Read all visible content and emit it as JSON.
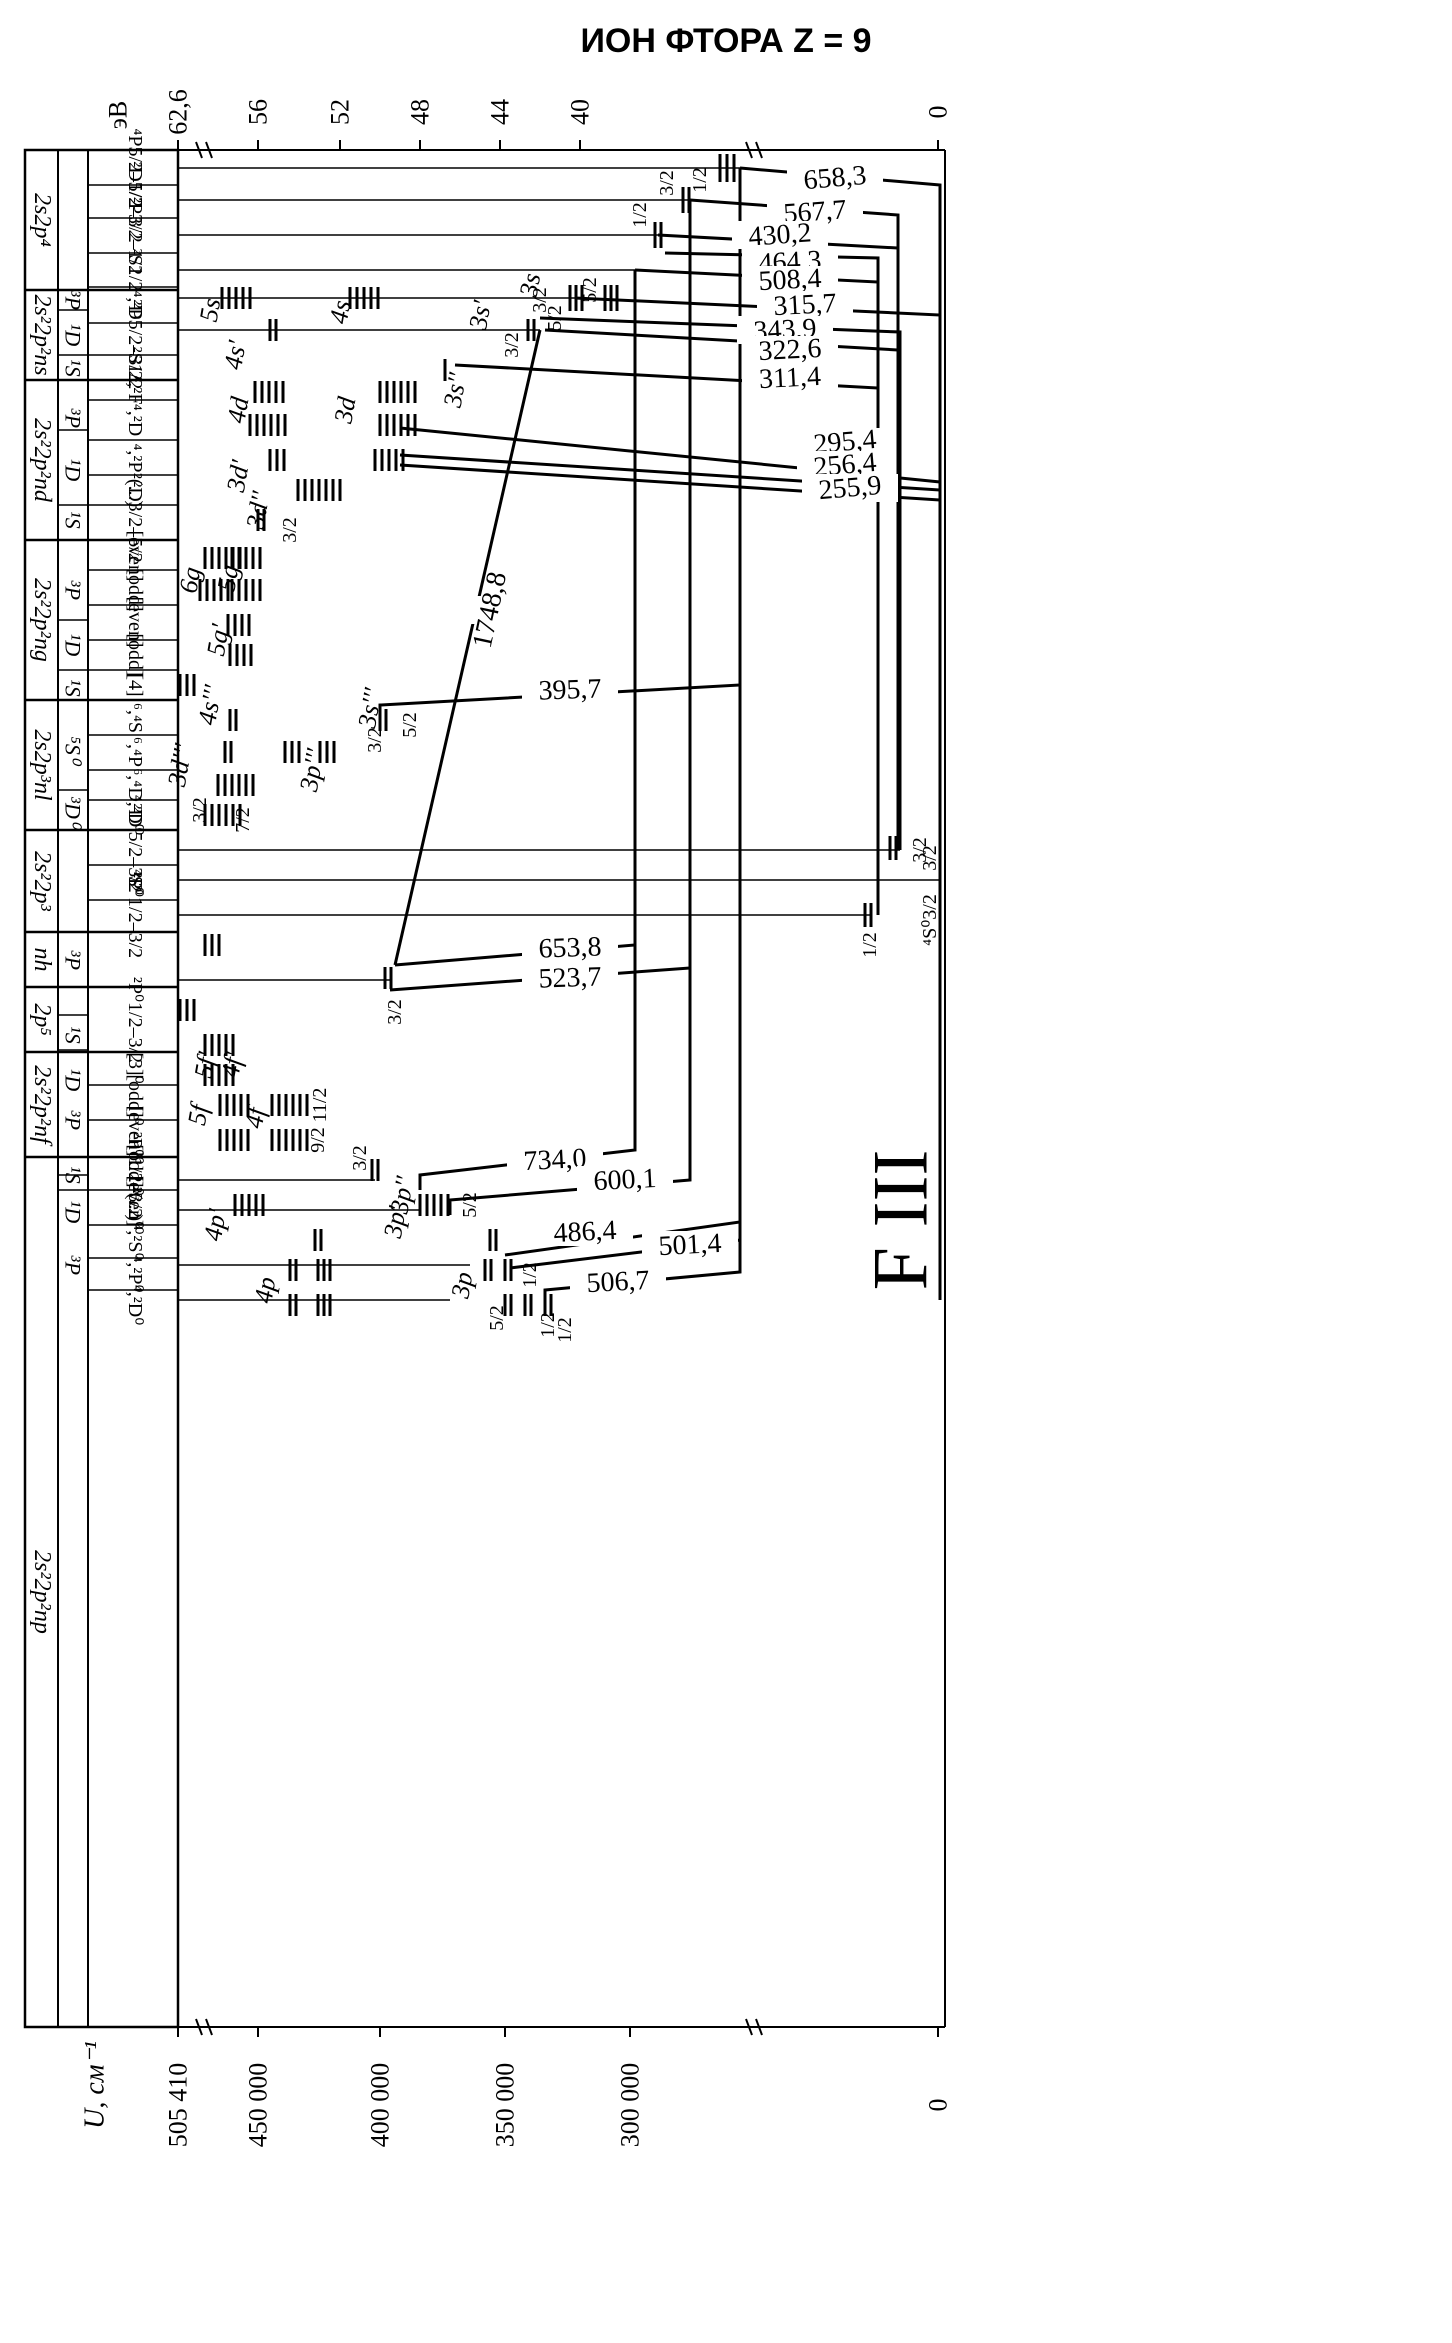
{
  "title": "ИОН ФТОРА  Z = 9",
  "ion_label": "F III",
  "axes": {
    "ev_unit": "эВ",
    "ev_ticks": [
      "62,6",
      "56",
      "52",
      "48",
      "44",
      "40",
      "0"
    ],
    "cm_label": "U, см⁻¹",
    "cm_ticks": [
      "505 410",
      "450 000",
      "400 000",
      "350 000",
      "300 000",
      "0"
    ]
  },
  "groups": [
    {
      "config": "2s2p⁴",
      "terms": [
        {
          "label": "⁴P5/2–1/2"
        },
        {
          "label": "²D5/2–3/2"
        },
        {
          "label": "²P3/2–1/2"
        },
        {
          "label": "²S1/2"
        }
      ]
    },
    {
      "config": "2s²2p²ns",
      "parents": [
        "³P",
        "¹D",
        "¹S"
      ],
      "terms": [
        {
          "label": "⁴,²P"
        },
        {
          "label": "²D5/2–3/2"
        },
        {
          "label": "²S1/2"
        }
      ]
    },
    {
      "config": "2s²2p²nd",
      "parents": [
        "³P",
        "¹D",
        "¹S"
      ],
      "terms": [
        {
          "label": "⁴,²F"
        },
        {
          "label": "⁴,²D"
        },
        {
          "label": "⁴,²P"
        },
        {
          "label": "²(...)"
        },
        {
          "label": "²D3/2–5/2"
        }
      ]
    },
    {
      "config": "2s²2p²ng",
      "parents": [
        "³P",
        "¹D",
        "¹S"
      ],
      "terms": [
        {
          "label": "[even]"
        },
        {
          "label": "[odd]"
        },
        {
          "label": "[even]"
        },
        {
          "label": "[odd]"
        },
        {
          "label": "[4]"
        }
      ]
    },
    {
      "config": "2s2p³nl",
      "parents": [
        "⁵S⁰",
        "³D⁰"
      ],
      "terms": [
        {
          "label": "⁶,⁴S"
        },
        {
          "label": "⁶,⁴P"
        },
        {
          "label": "⁶,⁴D"
        },
        {
          "label": "⁴,²D⁰"
        }
      ]
    },
    {
      "config": "2s²2p³",
      "terms": [
        {
          "label": "²D⁰5/2–3/2"
        },
        {
          "label": "⁴S⁰"
        },
        {
          "label": "²P⁰1/2–3/2"
        }
      ]
    },
    {
      "config": "nh",
      "parents": [
        "³P"
      ],
      "terms": [
        {
          "label": ""
        }
      ]
    },
    {
      "config": "2p⁵",
      "terms": [
        {
          "label": "²P⁰1/2–3/2"
        }
      ]
    },
    {
      "config": "2s²2p²nf",
      "parents": [
        "¹S",
        "¹D",
        "³P"
      ],
      "terms": [
        {
          "label": "[3]⁰"
        },
        {
          "label": "[odd]⁰"
        },
        {
          "label": "[even]⁰"
        },
        {
          "label": "[odd]⁰"
        },
        {
          "label": "[even]⁰"
        }
      ]
    },
    {
      "config": "2s²2p²np",
      "parents": [
        "¹S",
        "¹D",
        "³P"
      ],
      "terms": [
        {
          "label": "²P⁰1/2–3/2"
        },
        {
          "label": "²(...)⁰"
        },
        {
          "label": "⁴,²S⁰"
        },
        {
          "label": "⁴,²P⁰"
        },
        {
          "label": "⁴,²D⁰"
        }
      ]
    }
  ],
  "series_labels": [
    "5s",
    "4s",
    "3s",
    "3s'",
    "4s'",
    "3s''",
    "4d",
    "3d",
    "3d'",
    "3d''",
    "6g",
    "5g",
    "5g'",
    "4s'''",
    "3s'''",
    "3d'''",
    "3p'''",
    "5f",
    "4f",
    "5f'",
    "4f'",
    "3p''",
    "3p'",
    "4p'",
    "4p",
    "3p"
  ],
  "j_labels": [
    "1/2",
    "3/2",
    "5/2",
    "7/2",
    "9/2",
    "11/2",
    "⁴S⁰3/2"
  ],
  "transitions": [
    {
      "wavelength": "658,3"
    },
    {
      "wavelength": "567,7"
    },
    {
      "wavelength": "430,2"
    },
    {
      "wavelength": "464,3"
    },
    {
      "wavelength": "508,4"
    },
    {
      "wavelength": "315,7"
    },
    {
      "wavelength": "343,9"
    },
    {
      "wavelength": "322,6"
    },
    {
      "wavelength": "311,4"
    },
    {
      "wavelength": "295,4"
    },
    {
      "wavelength": "256,4"
    },
    {
      "wavelength": "255,9"
    },
    {
      "wavelength": "1748,8"
    },
    {
      "wavelength": "395,7"
    },
    {
      "wavelength": "653,8"
    },
    {
      "wavelength": "523,7"
    },
    {
      "wavelength": "734,0"
    },
    {
      "wavelength": "600,1"
    },
    {
      "wavelength": "486,4"
    },
    {
      "wavelength": "501,4"
    },
    {
      "wavelength": "506,7"
    }
  ]
}
